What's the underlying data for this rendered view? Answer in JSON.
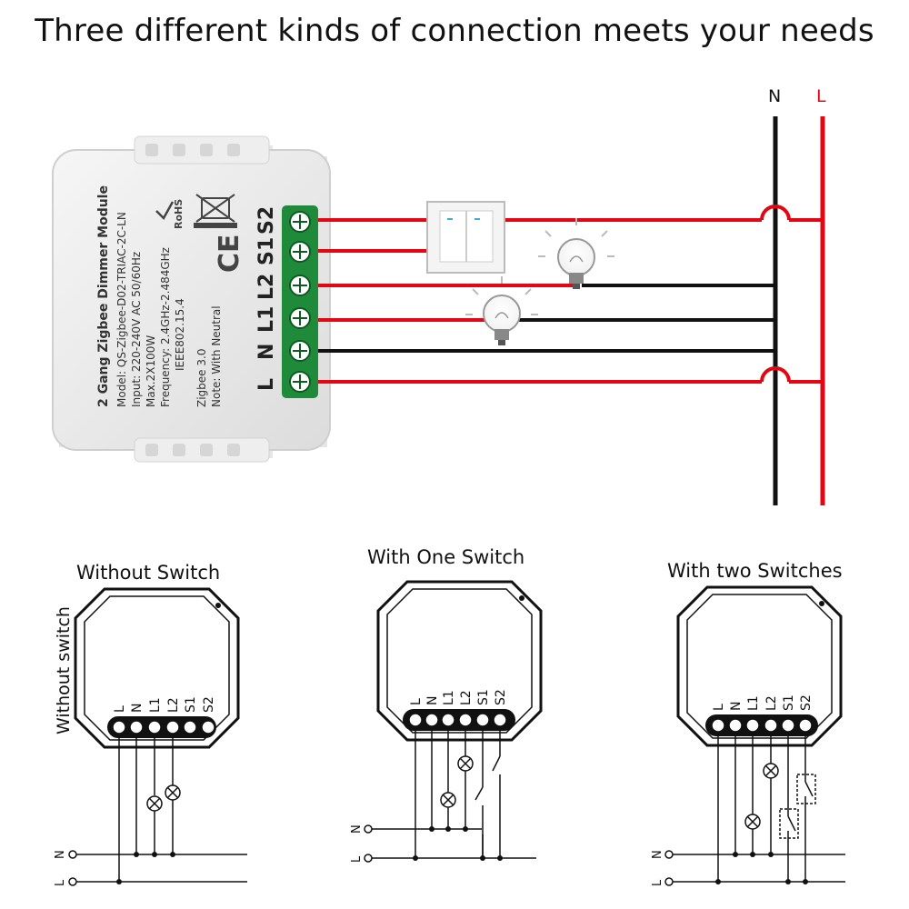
{
  "headline": "Three different kinds of connection meets your needs",
  "colors": {
    "live": "#e30613",
    "neutral": "#111111",
    "terminal": "#1f8a3a",
    "module": "#ececec"
  },
  "top_diagram": {
    "bus_labels": {
      "neutral": "N",
      "live": "L"
    },
    "module": {
      "title": "2 Gang Zigbee Dimmer Module",
      "lines": [
        "Model: QS-Zigbee-D02-TRIAC-2C-LN",
        "Input: 220-240V AC 50/60Hz",
        "Max.2X100W",
        "Frequency: 2.4GHz-2.484GHz",
        "IEEE802.15.4",
        "Zigbee 3.0",
        "Note: With Neutral"
      ],
      "marks": {
        "ce": "CE",
        "rohs": "RoHS"
      },
      "terminals": [
        "L",
        "N",
        "L1",
        "L2",
        "S1",
        "S2"
      ]
    }
  },
  "panels": [
    {
      "title": "Without Switch",
      "side_label": "Without switch",
      "terminals": [
        "L",
        "N",
        "L1",
        "L2",
        "S1",
        "S2"
      ],
      "rail_labels": [
        "N",
        "L"
      ]
    },
    {
      "title": "With One Switch",
      "terminals": [
        "L",
        "N",
        "L1",
        "L2",
        "S1",
        "S2"
      ],
      "rail_labels": [
        "N",
        "L"
      ]
    },
    {
      "title": "With two Switches",
      "terminals": [
        "L",
        "N",
        "L1",
        "L2",
        "S1",
        "S2"
      ],
      "rail_labels": [
        "N",
        "L"
      ]
    }
  ]
}
